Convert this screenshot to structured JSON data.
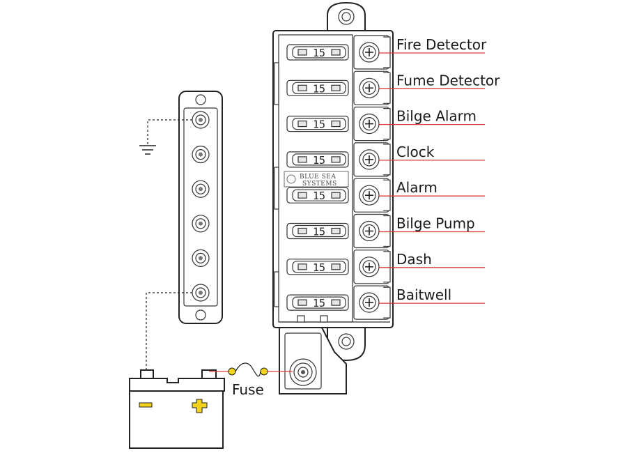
{
  "circuits": [
    {
      "label": "Fire Detector",
      "fuse": "15"
    },
    {
      "label": "Fume Detector",
      "fuse": "15"
    },
    {
      "label": "Bilge Alarm",
      "fuse": "15"
    },
    {
      "label": "Clock",
      "fuse": "15"
    },
    {
      "label": "Alarm",
      "fuse": "15"
    },
    {
      "label": "Bilge Pump",
      "fuse": "15"
    },
    {
      "label": "Dash",
      "fuse": "15"
    },
    {
      "label": "Baitwell",
      "fuse": "15"
    }
  ],
  "fuse_label": "Fuse",
  "brand": {
    "line1": "BLUE SEA",
    "line2": "SYSTEMS"
  },
  "colors": {
    "wire": "#d93a3a",
    "battery_terminals": "#f2d21b"
  }
}
